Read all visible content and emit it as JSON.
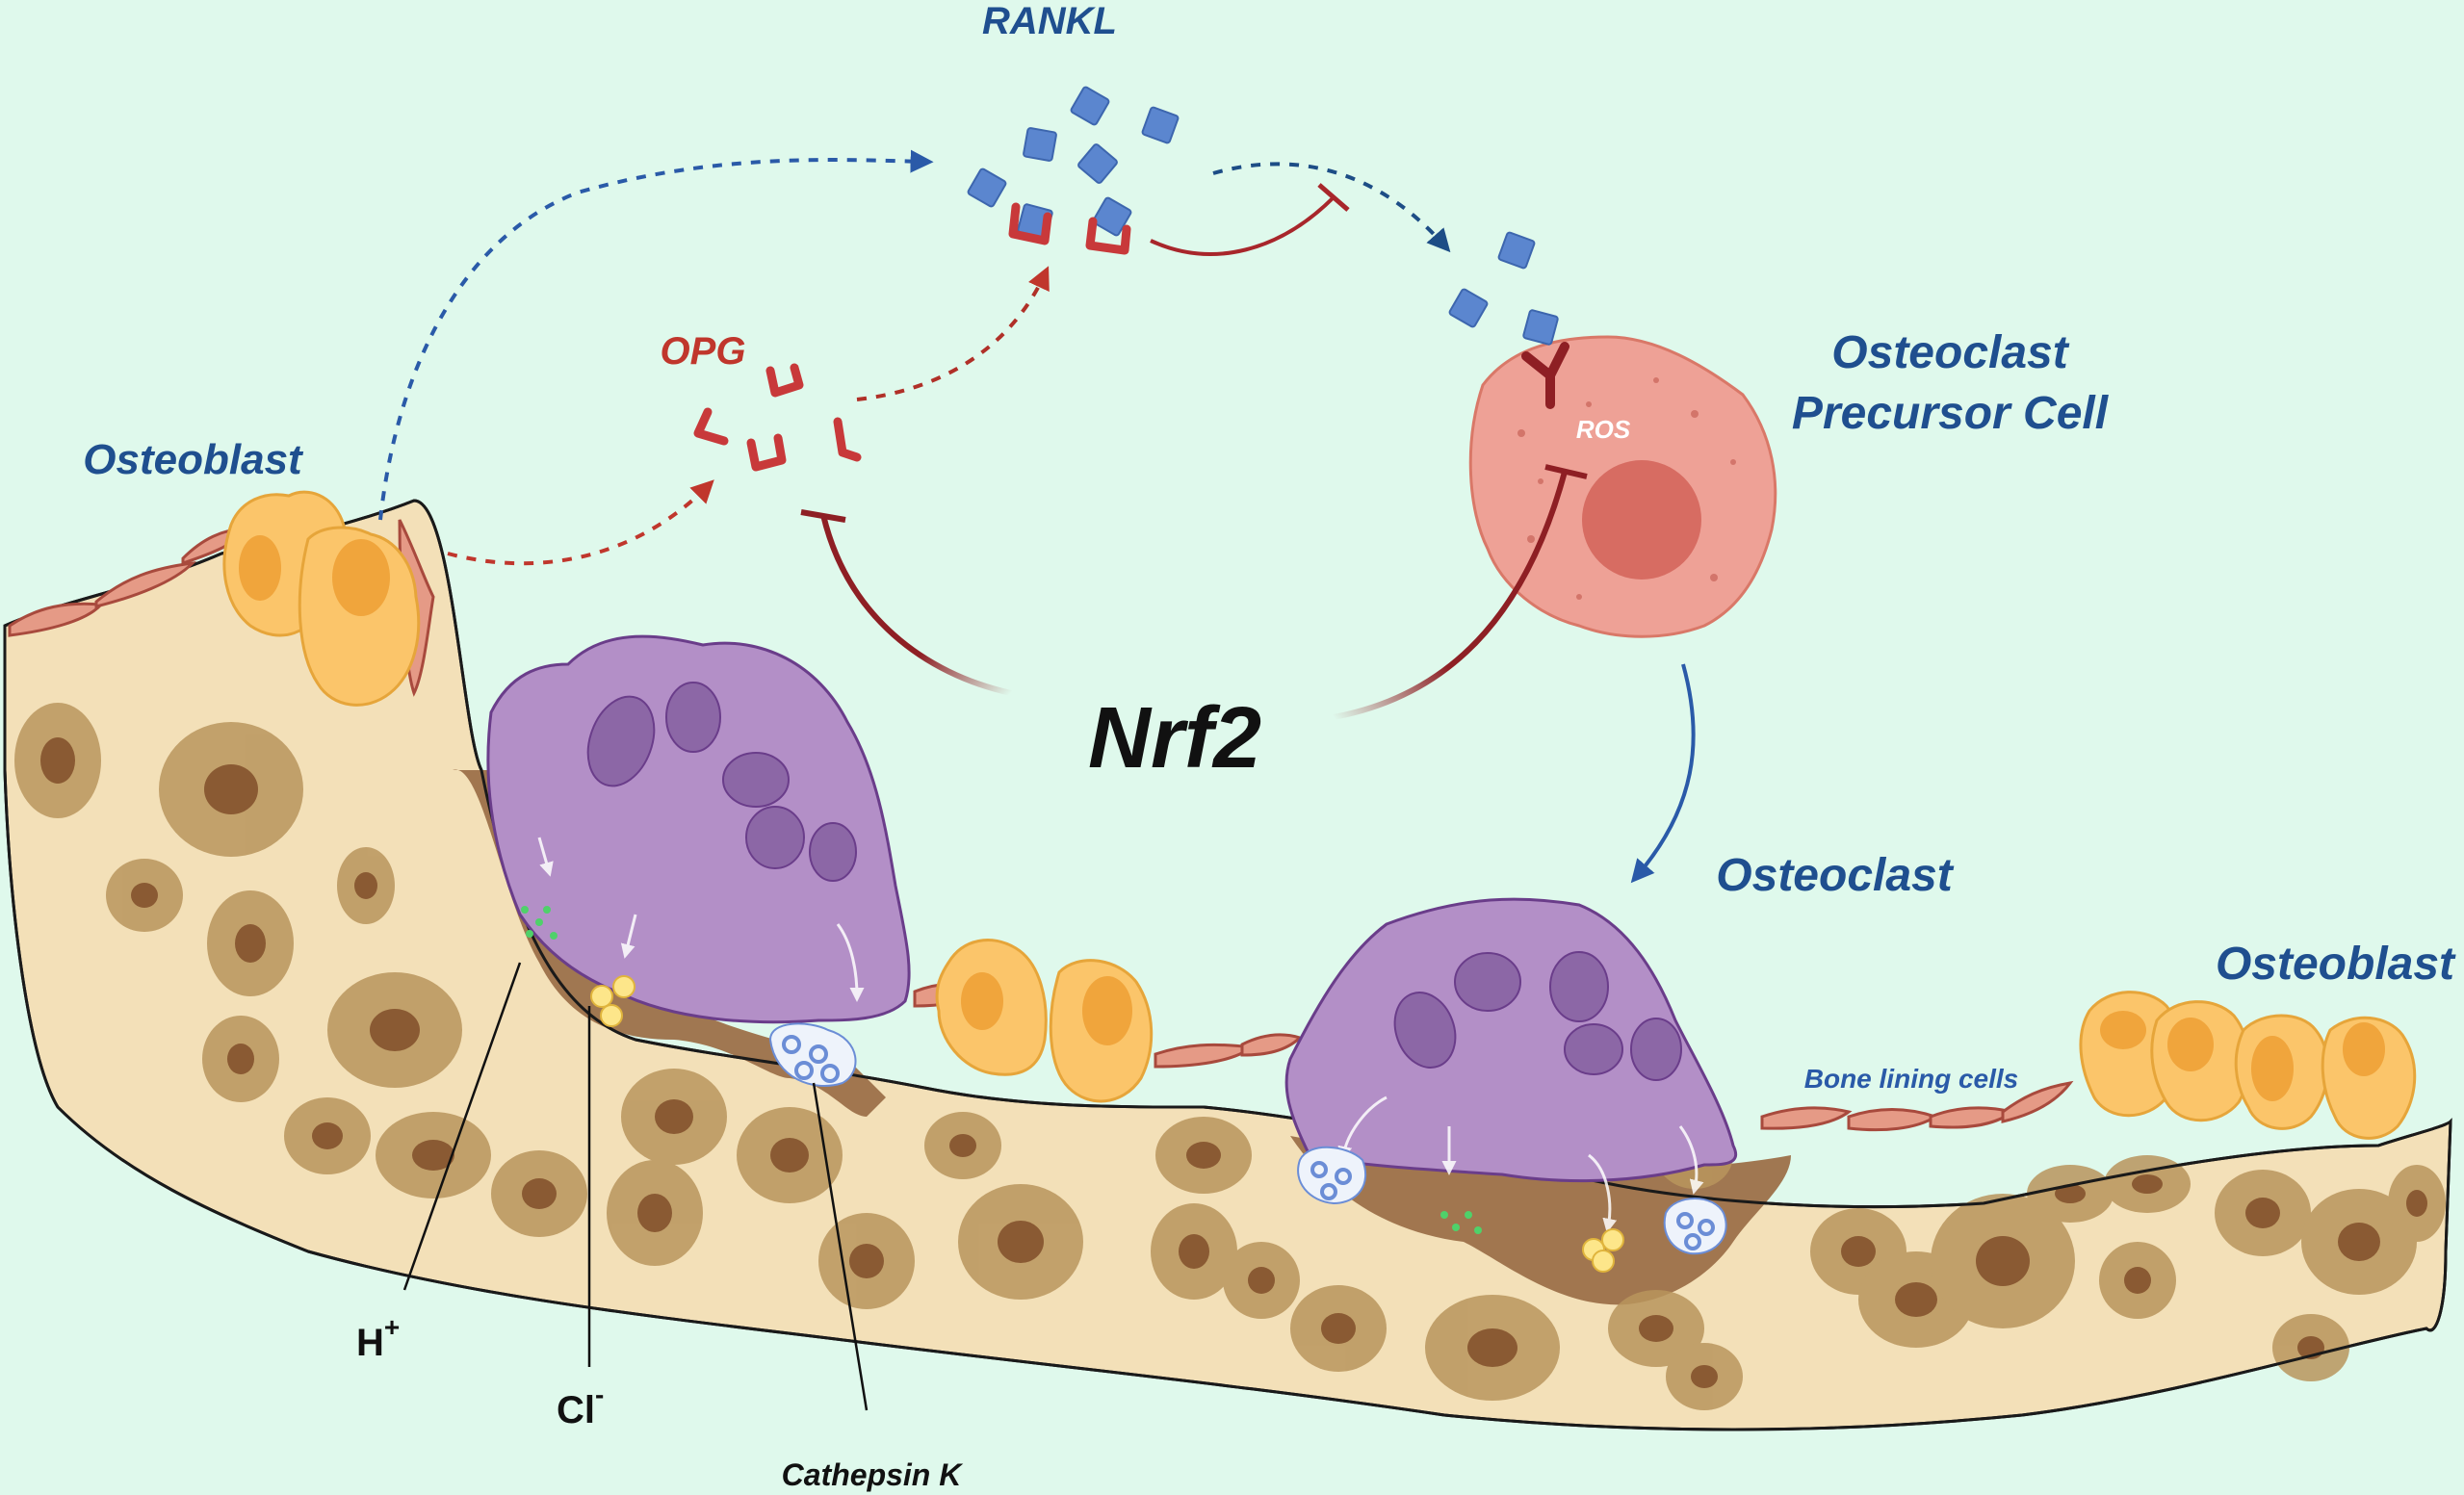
{
  "labels": {
    "rankl": "RANKL",
    "opg": "OPG",
    "osteoblast_left": "Osteoblast",
    "osteoblast_right": "Osteoblast",
    "osteoclast_precursor_line1": "Osteoclast",
    "osteoclast_precursor_line2": "Precursor Cell",
    "ros": "ROS",
    "nrf2": "Nrf2",
    "osteoclast": "Osteoclast",
    "bone_lining_cells": "Bone lining cells",
    "h_plus": "H",
    "h_plus_sup": "+",
    "cl_minus": "Cl",
    "cl_minus_sup": "-",
    "cathepsin_k": "Cathepsin K"
  },
  "colors": {
    "background": "#dff9ec",
    "label_blue": "#1f4f8f",
    "label_red": "#c0362c",
    "rankl_square": "#5b86cf",
    "opg_receptor": "#c8393a",
    "inhibitor": "#8e1f24",
    "osteoclast_purple": "#b38fc7",
    "osteoblast_yellow": "#fbc56a",
    "bone": "#f3e0b8",
    "precursor_cell": "#eea196"
  }
}
